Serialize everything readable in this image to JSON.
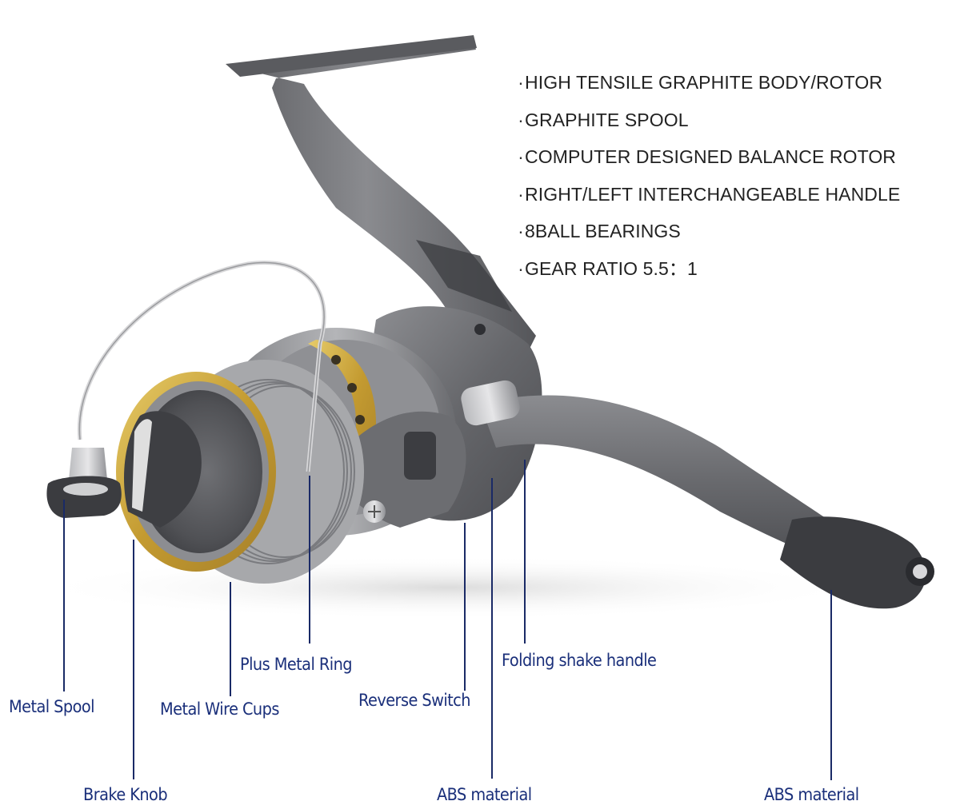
{
  "product": {
    "type": "spinning fishing reel",
    "colors": {
      "body": "#6e6f73",
      "body_dark": "#4a4b4f",
      "spool_ring_gold": "#c9a43a",
      "background": "#ffffff",
      "callout_text": "#1a2f7a",
      "feature_text": "#222222"
    }
  },
  "features": {
    "bullet": "·",
    "items": [
      "HIGH TENSILE GRAPHITE BODY/ROTOR",
      "GRAPHITE SPOOL",
      "COMPUTER DESIGNED BALANCE ROTOR",
      "RIGHT/LEFT INTERCHANGEABLE HANDLE",
      "8BALL BEARINGS",
      "GEAR RATIO 5.5：1"
    ]
  },
  "callouts": [
    {
      "label": "Metal Spool"
    },
    {
      "label": "Brake Knob"
    },
    {
      "label": "Metal Wire Cups"
    },
    {
      "label": "Plus Metal Ring"
    },
    {
      "label": "Reverse Switch"
    },
    {
      "label": "ABS material"
    },
    {
      "label": "Folding shake handle"
    },
    {
      "label": "ABS material"
    }
  ]
}
